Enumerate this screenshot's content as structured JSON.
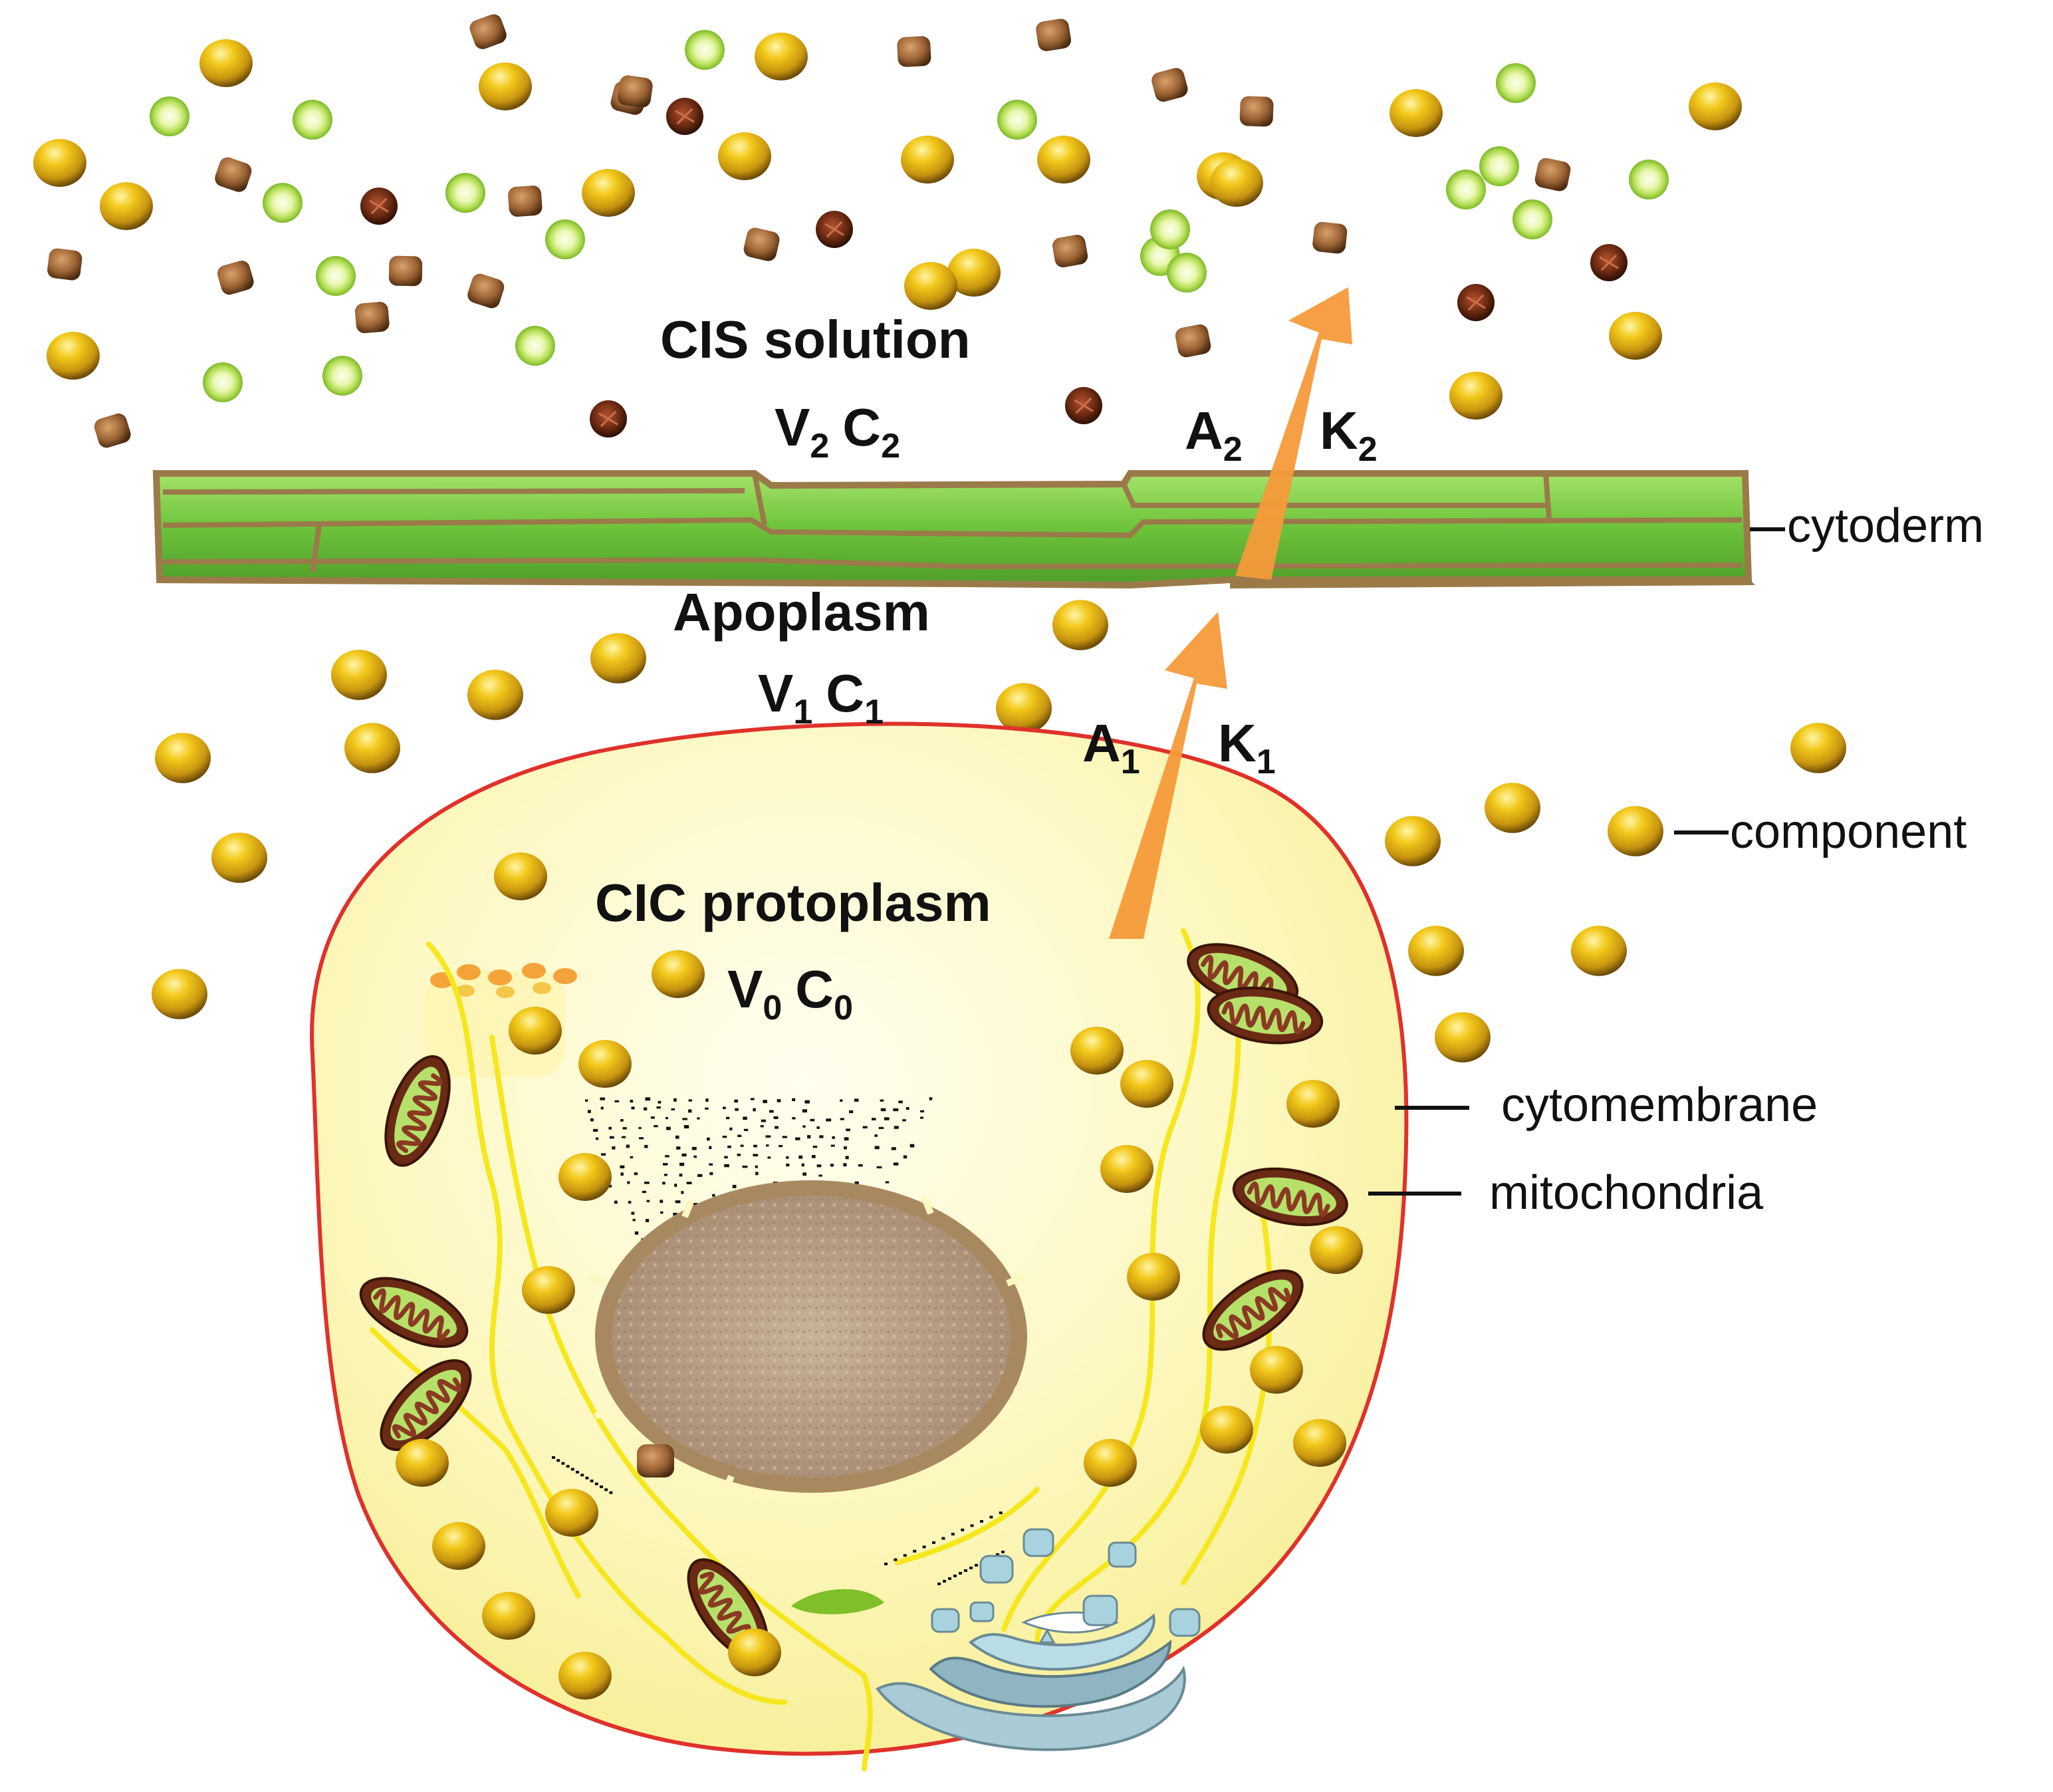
{
  "labels": {
    "cis_solution": "CIS solution",
    "v2c2": {
      "v": "V",
      "v_sub": "2",
      "c": "C",
      "c_sub": "2"
    },
    "apoplasm": "Apoplasm",
    "v1c1": {
      "v": "V",
      "v_sub": "1",
      "c": "C",
      "c_sub": "1"
    },
    "cic_protoplasm": "CIC protoplasm",
    "v0c0": {
      "v": "V",
      "v_sub": "0",
      "c": "C",
      "c_sub": "0"
    },
    "a1": {
      "main": "A",
      "sub": "1"
    },
    "k1": {
      "main": "K",
      "sub": "1"
    },
    "a2": {
      "main": "A",
      "sub": "2"
    },
    "k2": {
      "main": "K",
      "sub": "2"
    }
  },
  "callouts": {
    "cytoderm": "cytoderm",
    "component": "component",
    "cytomembrane": "cytomembrane",
    "mitochondria": "mitochondria"
  },
  "colors": {
    "component": "#d4a017",
    "arrow": "#f59a3a",
    "cytoderm": "#7ec850",
    "cytoderm_outline": "#9b7a4a",
    "cell_fill": "#fdf8c8",
    "cell_outline": "#e0312b",
    "fiber": "#f5e71f",
    "nucleus": "#b89e84",
    "mitochondria": "#8a3a22",
    "vesicle": "#a9d2df",
    "ring_particle": "#bde36b",
    "cube_particle": "#8b5a2b"
  }
}
